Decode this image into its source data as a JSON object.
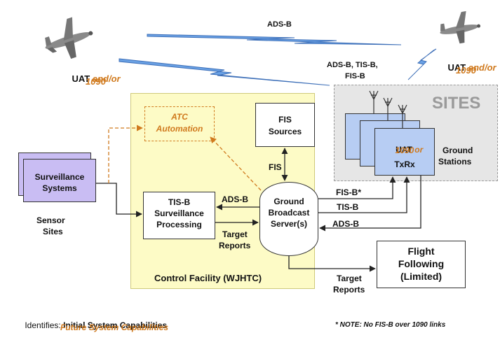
{
  "aircraft_left": {
    "label_line1_prefix": "UAT",
    "label_line1_suffix": "and/or",
    "label_line2": "1090"
  },
  "aircraft_right": {
    "label_line1_prefix": "UAT",
    "label_line1_suffix": "and/or",
    "label_line2": "1090"
  },
  "links": {
    "ads_b_top": "ADS-B",
    "uplink_line1": "ADS-B, TIS-B,",
    "uplink_line2": "FIS-B"
  },
  "sites": {
    "title": "SITES",
    "radio_line1_prefix": "UAT",
    "radio_line1_suffix": "or",
    "radio_line2": "1090",
    "radio_line3": "TxRx",
    "ground_line1": "Ground",
    "ground_line2": "Stations"
  },
  "control_facility": {
    "label": "Control Facility (WJHTC)",
    "atc_line1": "ATC",
    "atc_line2": "Automation",
    "fis_line1": "FIS",
    "fis_line2": "Sources",
    "fis_label": "FIS",
    "tisb_line1": "TIS-B",
    "tisb_line2": "Surveillance",
    "tisb_line3": "Processing",
    "adsb_arrow_label": "ADS-B",
    "target_reports_line1": "Target",
    "target_reports_line2": "Reports",
    "gbs_line1": "Ground",
    "gbs_line2": "Broadcast",
    "gbs_line3": "Server(s)"
  },
  "right_arrows": {
    "fisb": "FIS-B*",
    "tisb": "TIS-B",
    "adsb": "ADS-B"
  },
  "surveillance": {
    "line1": "Surveillance",
    "line2": "Systems",
    "sensor_line1": "Sensor",
    "sensor_line2": "Sites"
  },
  "flight_following": {
    "line1": "Flight",
    "line2": "Following",
    "line3": "(Limited)",
    "target_line1": "Target",
    "target_line2": "Reports"
  },
  "legend": {
    "identifies": "Identifies:",
    "initial": "Initial System Capabilities",
    "future": "Future System Capabilities",
    "note": "* NOTE: No FIS-B over 1090 links"
  },
  "colors": {
    "control_facility_fill": "#fdfbc6",
    "sites_fill": "#e6e6e6",
    "radio_fill": "#b7cdf3",
    "surveillance_fill": "#c9bdf3",
    "future_orange": "#d07a1e",
    "radio_bolt": "#6aa1e4"
  }
}
